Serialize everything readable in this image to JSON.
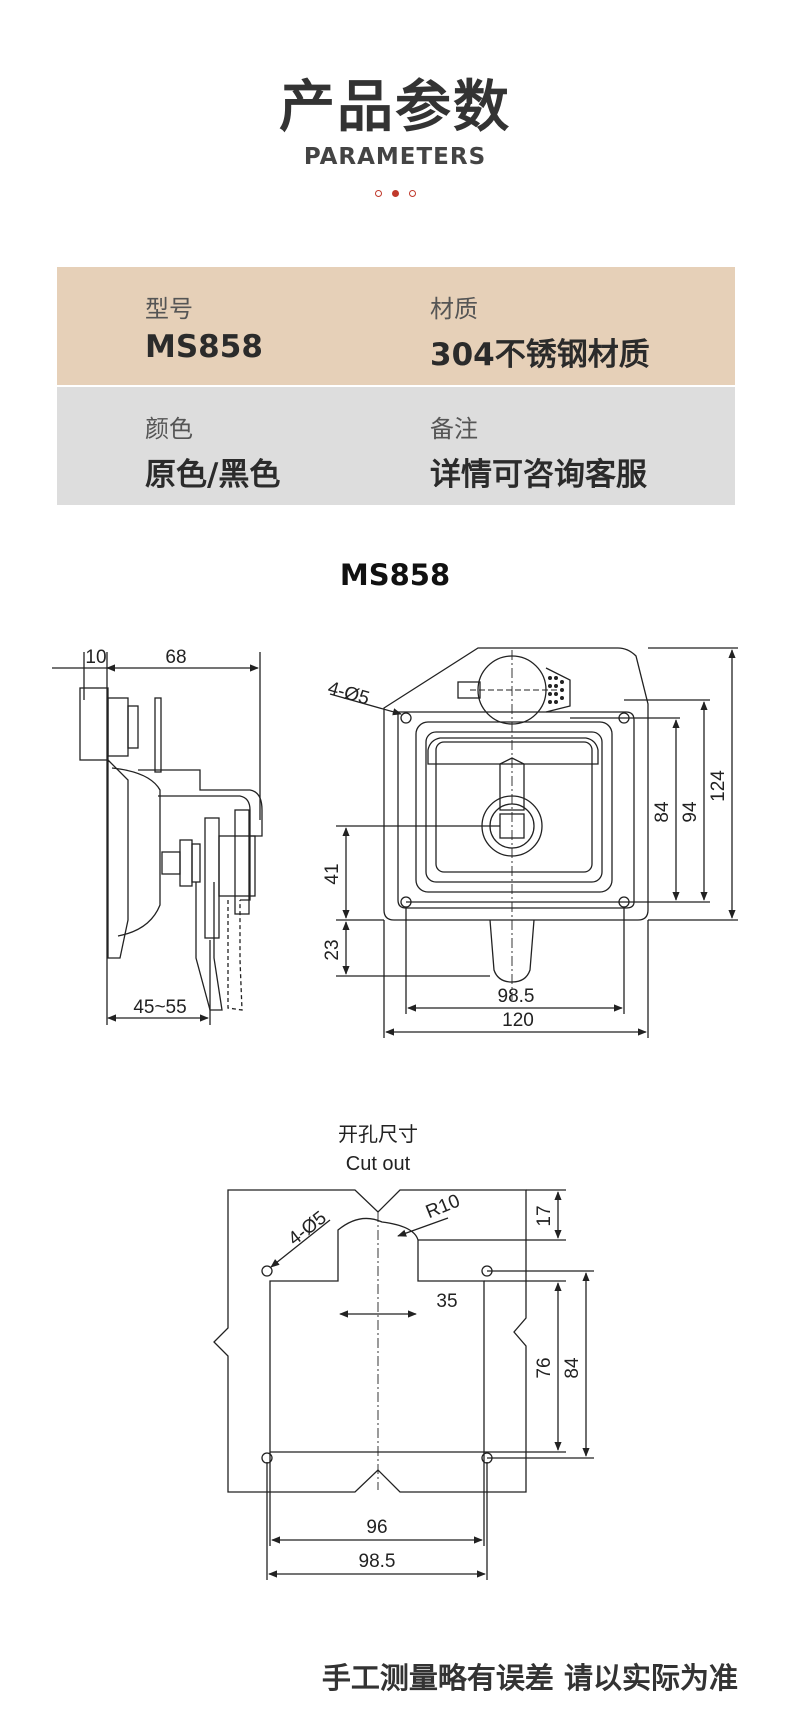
{
  "header": {
    "title": "产品参数",
    "subtitle": "PARAMETERS",
    "accent_color": "#c0392b"
  },
  "params": [
    {
      "label": "型号",
      "value": "MS858"
    },
    {
      "label": "材质",
      "value": "304不锈钢材质"
    },
    {
      "label": "颜色",
      "value": "原色/黑色"
    },
    {
      "label": "备注",
      "value": "详情可咨询客服"
    }
  ],
  "row_colors": [
    "#e6d0b8",
    "#dddddd"
  ],
  "drawing": {
    "model": "MS858",
    "side_view": {
      "dim_top_small": "10",
      "dim_top_wide": "68",
      "dim_bottom": "45~55"
    },
    "front_view": {
      "holes": "4-Ø5",
      "dim_84": "84",
      "dim_94": "94",
      "dim_124": "124",
      "dim_41": "41",
      "dim_23": "23",
      "dim_98_5": "98.5",
      "dim_120": "120"
    },
    "cutout": {
      "title_cn": "开孔尺寸",
      "title_en": "Cut out",
      "holes": "4-Ø5",
      "radius": "R10",
      "dim_17": "17",
      "dim_35": "35",
      "dim_76": "76",
      "dim_84": "84",
      "dim_96": "96",
      "dim_98_5": "98.5"
    }
  },
  "footer": "手工测量略有误差 请以实际为准"
}
